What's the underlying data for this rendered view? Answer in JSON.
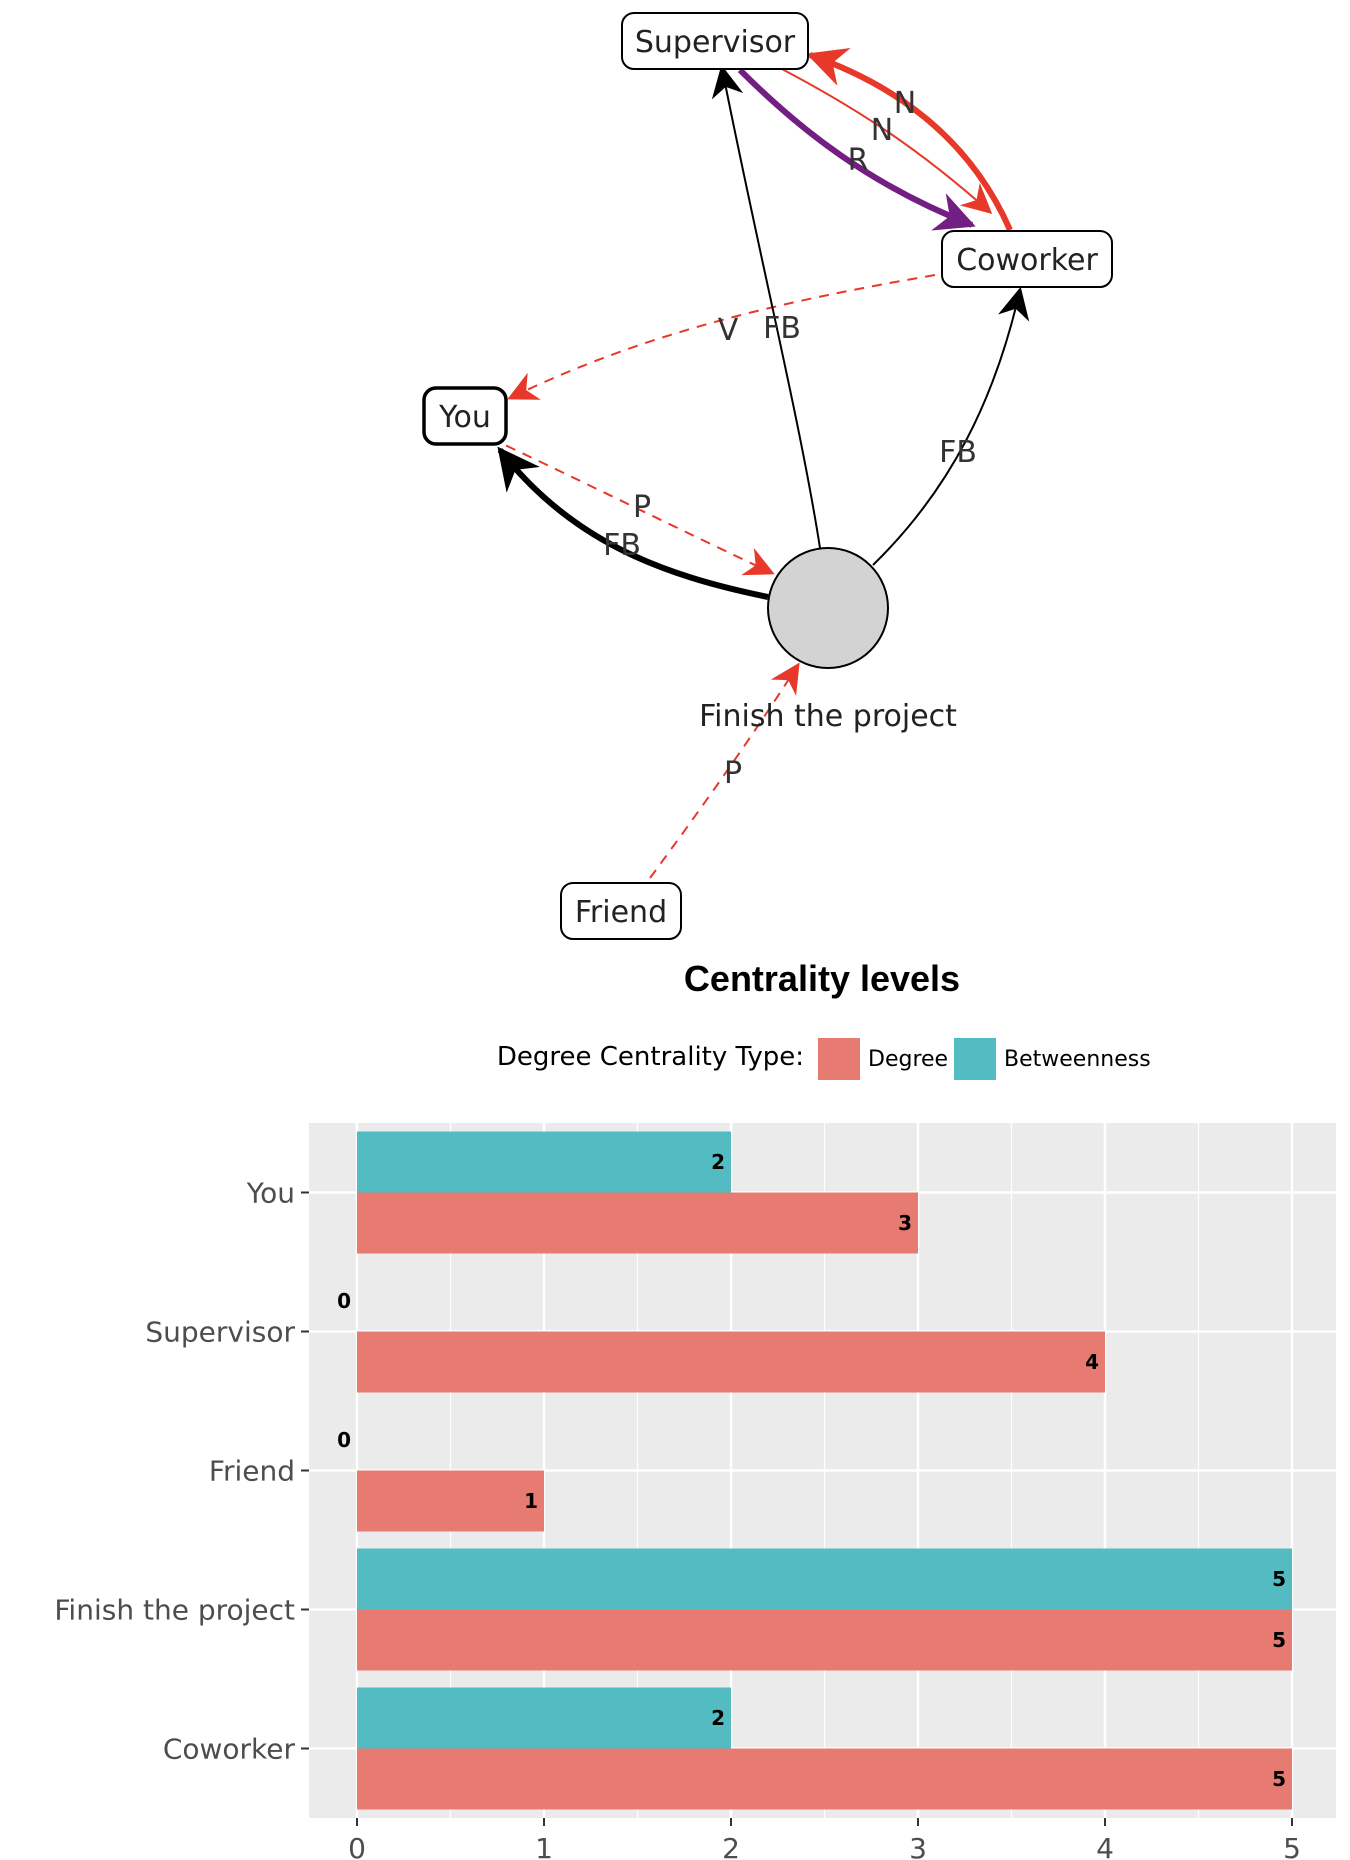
{
  "network": {
    "nodes": {
      "supervisor": "Supervisor",
      "coworker": "Coworker",
      "you": "You",
      "goal": "Finish the project",
      "friend": "Friend"
    },
    "edge_labels": {
      "sup_cow_N1": "N",
      "sup_cow_N2": "N",
      "sup_cow_R": "R",
      "cow_you_V": "V",
      "goal_sup_FB": "FB",
      "goal_cow_FB": "FB",
      "you_goal_P": "P",
      "goal_you_FB": "FB",
      "friend_goal_P": "P"
    },
    "colors": {
      "red": "#e8382a",
      "purple": "#731e82",
      "black": "#000000",
      "goal_fill": "#d3d3d3"
    }
  },
  "chart_data": {
    "type": "bar",
    "orientation": "horizontal",
    "title": "Centrality levels",
    "legend": {
      "title": "Degree Centrality Type:",
      "placement": "top"
    },
    "categories": [
      "You",
      "Supervisor",
      "Friend",
      "Finish the project",
      "Coworker"
    ],
    "series": [
      {
        "name": "Degree",
        "color": "#e87b71",
        "values": [
          3,
          4,
          1,
          5,
          5
        ]
      },
      {
        "name": "Betweenness",
        "color": "#53bcc2",
        "values": [
          2,
          0,
          0,
          5,
          2
        ]
      }
    ],
    "xlim": [
      0,
      5
    ],
    "xticks": [
      "0",
      "1",
      "2",
      "3",
      "4",
      "5"
    ],
    "grid": true,
    "panel_color": "#ebebeb"
  }
}
